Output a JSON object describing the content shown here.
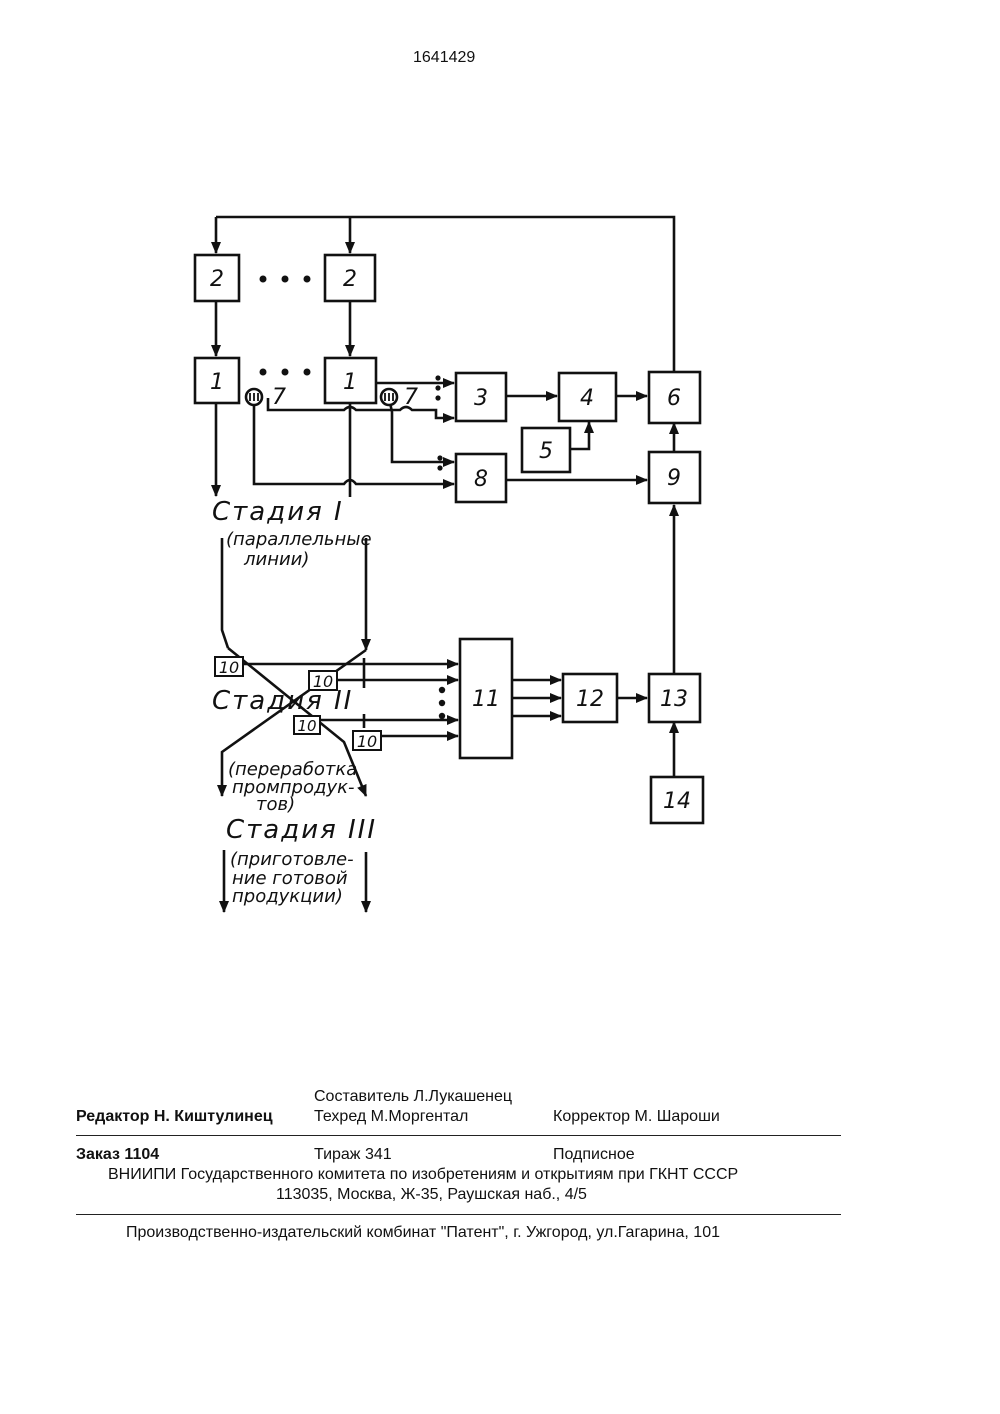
{
  "patent_number": "1641429",
  "diagram": {
    "blocks": {
      "b2a": "2",
      "b2b": "2",
      "b1a": "1",
      "b1b": "1",
      "b3": "3",
      "b4": "4",
      "b5": "5",
      "b6": "6",
      "b7a": "7",
      "b7b": "7",
      "b8": "8",
      "b9": "9",
      "b10a": "10",
      "b10b": "10",
      "b10c": "10",
      "b10d": "10",
      "b11": "11",
      "b12": "12",
      "b13": "13",
      "b14": "14"
    },
    "stage1": {
      "title": "Стадия I",
      "desc1": "(параллельные",
      "desc2": "линии)"
    },
    "stage2": {
      "title": "Стадия II",
      "desc1": "(переработка",
      "desc2": "промпродук-",
      "desc3": "тов)"
    },
    "stage3": {
      "title": "Стадия III",
      "desc1": "(приготовле-",
      "desc2": "ние готовой",
      "desc3": "продукции)"
    }
  },
  "footer": {
    "compiler": "Составитель  Л.Лукашенец",
    "editor": "Редактор  Н. Киштулинец",
    "techred": "Техред М.Моргентал",
    "corrector": "Корректор  М. Шароши",
    "order": "Заказ  1104",
    "circulation": "Тираж 341",
    "subscription": "Подписное",
    "vniipi": "ВНИИПИ Государственного комитета по изобретениям и открытиям при ГКНТ СССР",
    "address": "113035, Москва, Ж-35, Раушская наб., 4/5",
    "publisher": "Производственно-издательский комбинат \"Патент\", г. Ужгород, ул.Гагарина, 101"
  }
}
